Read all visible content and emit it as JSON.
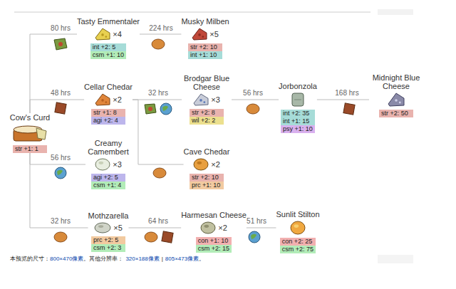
{
  "diagram": {
    "nodes": [
      {
        "text": [
          "Cow's Curd",
          "str +1: 1"
        ]
      },
      {
        "text": [
          "Tasty Emmentaler",
          "×4",
          "int +2: 5",
          "csm +1: 10"
        ]
      },
      {
        "text": [
          "Musky Milben",
          "×5",
          "str +2: 10",
          "int +1: 10"
        ]
      },
      {
        "text": [
          "Cellar Chedar",
          "×2",
          "str +1: 8",
          "agi +2: 4"
        ]
      },
      {
        "text": [
          "Brodgar Blue Cheese",
          "×3",
          "str +2: 8",
          "wil +2: 2"
        ]
      },
      {
        "text": [
          "Jorbonzola",
          "int +2: 35",
          "int +1: 15",
          "psy +1: 10"
        ]
      },
      {
        "text": [
          "Midnight Blue Cheese",
          "str +2: 50"
        ]
      },
      {
        "text": [
          "Creamy Camembert",
          "×3",
          "agi +2: 5",
          "csm +1: 4"
        ]
      },
      {
        "text": [
          "Cave Chedar",
          "×2",
          "str +2: 10",
          "prc +1: 10"
        ]
      },
      {
        "text": [
          "Mothzarella",
          "×5",
          "prc +2: 5",
          "csm +2: 3"
        ]
      },
      {
        "text": [
          "Harmesan Cheese",
          "×2",
          "con +1: 10",
          "csm +2: 15"
        ]
      },
      {
        "text": [
          "Sunlit Stilton",
          "con +2: 25",
          "csm +2: 75"
        ]
      }
    ],
    "edges": [
      {
        "from": 0,
        "to": 1,
        "label": "80 hrs",
        "arrow": "none"
      },
      {
        "from": 1,
        "to": 2,
        "label": "224 hrs",
        "arrow": "none"
      },
      {
        "from": 0,
        "to": 3,
        "label": "48 hrs",
        "arrow": "none"
      },
      {
        "from": 3,
        "to": 4,
        "label": "32 hrs",
        "arrow": "none"
      },
      {
        "from": 4,
        "to": 5,
        "label": "56 hrs",
        "arrow": "none"
      },
      {
        "from": 5,
        "to": 6,
        "label": "168 hrs",
        "arrow": "none"
      },
      {
        "from": 3,
        "to": 8,
        "arrow": "none"
      },
      {
        "from": 0,
        "to": 7,
        "label": "56 hrs",
        "arrow": "none"
      },
      {
        "from": 0,
        "to": 9,
        "label": "32 hrs",
        "arrow": "none"
      },
      {
        "from": 9,
        "to": 10,
        "label": "64 hrs",
        "arrow": "none"
      },
      {
        "from": 10,
        "to": 11,
        "label": "51 hrs",
        "arrow": "none"
      }
    ],
    "labels": [
      "本预览的尺寸：",
      "800×470像素",
      "。其他分辨率：",
      "320×188像素",
      "|",
      "805×473像素",
      "。"
    ]
  }
}
